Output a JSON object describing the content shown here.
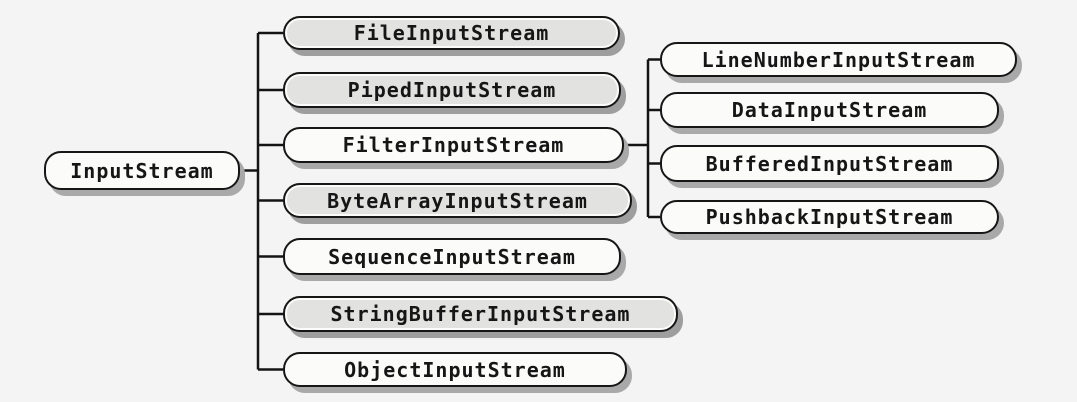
{
  "diagram": {
    "root": {
      "label": "InputStream",
      "shaded": false
    },
    "children": [
      {
        "label": "FileInputStream",
        "shaded": true
      },
      {
        "label": "PipedInputStream",
        "shaded": true
      },
      {
        "label": "FilterInputStream",
        "shaded": false
      },
      {
        "label": "ByteArrayInputStream",
        "shaded": true
      },
      {
        "label": "SequenceInputStream",
        "shaded": false
      },
      {
        "label": "StringBufferInputStream",
        "shaded": true
      },
      {
        "label": "ObjectInputStream",
        "shaded": false
      }
    ],
    "filter_children": [
      {
        "label": "LineNumberInputStream",
        "shaded": false
      },
      {
        "label": "DataInputStream",
        "shaded": false
      },
      {
        "label": "BufferedInputStream",
        "shaded": false
      },
      {
        "label": "PushbackInputStream",
        "shaded": false
      }
    ],
    "colors": {
      "background": "#f3f4f3",
      "plain_fill": "#fbfbfa",
      "shaded_fill": "#e2e2e1",
      "border": "#161616",
      "shadow": "#a9a9a9",
      "line": "#141414"
    }
  }
}
